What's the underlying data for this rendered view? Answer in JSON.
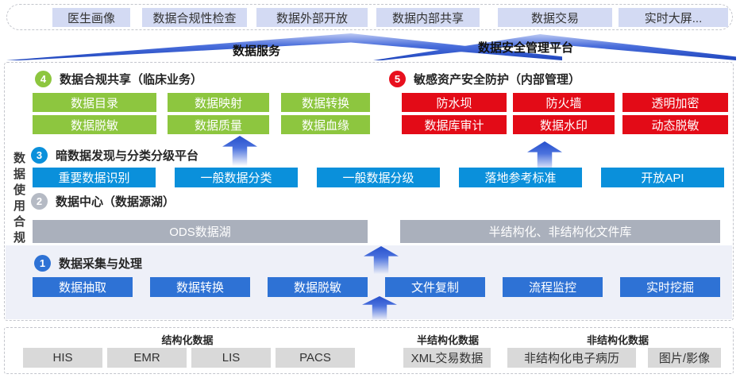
{
  "colors": {
    "green": "#8DC63F",
    "red": "#E30B17",
    "cyan_blue": "#0A90DB",
    "royal_blue": "#2E72D5",
    "gray_bar": "#AAB0BC",
    "lavender_chip": "#D3DAF3",
    "gray_chip": "#D9D9D9",
    "banner_blue": "#1D44BD"
  },
  "top_services": [
    "医生画像",
    "数据合规性检查",
    "数据外部开放",
    "数据内部共享",
    "数据交易",
    "实时大屏..."
  ],
  "banners": {
    "left": "数据服务",
    "right": "数据安全管理平台"
  },
  "side_label": "数据使用合规",
  "sections": {
    "s4": {
      "num": "4",
      "title": "数据合规共享（临床业务）",
      "items": [
        "数据目录",
        "数据映射",
        "数据转换",
        "数据脱敏",
        "数据质量",
        "数据血缘"
      ]
    },
    "s5": {
      "num": "5",
      "title": "敏感资产安全防护（内部管理）",
      "items": [
        "防水坝",
        "防火墙",
        "透明加密",
        "数据库审计",
        "数据水印",
        "动态脱敏"
      ]
    },
    "s3": {
      "num": "3",
      "title": "暗数据发现与分类分级平台",
      "items": [
        "重要数据识别",
        "一般数据分类",
        "一般数据分级",
        "落地参考标准",
        "开放API"
      ]
    },
    "s2": {
      "num": "2",
      "title": "数据中心（数据源湖）",
      "items": [
        "ODS数据湖",
        "半结构化、非结构化文件库"
      ]
    },
    "s1": {
      "num": "1",
      "title": "数据采集与处理",
      "items": [
        "数据抽取",
        "数据转换",
        "数据脱敏",
        "文件复制",
        "流程监控",
        "实时挖掘"
      ]
    }
  },
  "sources": {
    "structured": {
      "title": "结构化数据",
      "items": [
        "HIS",
        "EMR",
        "LIS",
        "PACS"
      ]
    },
    "semi": {
      "title": "半结构化数据",
      "items": [
        "XML交易数据"
      ]
    },
    "unstructured": {
      "title": "非结构化数据",
      "items": [
        "非结构化电子病历",
        "图片/影像"
      ]
    }
  }
}
